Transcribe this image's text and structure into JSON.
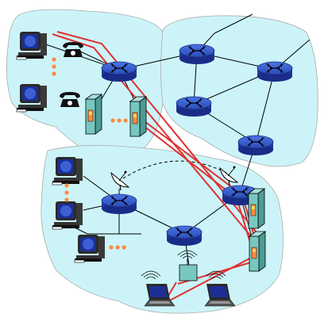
{
  "diagram": {
    "colors": {
      "region_fill": "#ccf4f8",
      "region_stroke": "#aaaaaa",
      "router_fill": "#2f56c9",
      "router_stroke": "#1a2c78",
      "link": "#000000",
      "path": "#e03030",
      "server_fill": "#78c8c0",
      "server_accent": "#ff8a3c",
      "dots": "#ff8a3c",
      "computer_screen": "#1c2f96",
      "wireless_link": "#000000"
    },
    "icons": {
      "router": "router-icon",
      "desktop": "desktop-computer-icon",
      "telephone": "telephone-icon",
      "server": "server-icon",
      "laptop": "laptop-icon",
      "base_station": "wireless-base-station-icon",
      "satellite_dish": "satellite-dish-icon",
      "access_point": "wifi-access-point-icon"
    },
    "regions": [
      "top-left-network",
      "top-right-network",
      "bottom-network"
    ]
  }
}
